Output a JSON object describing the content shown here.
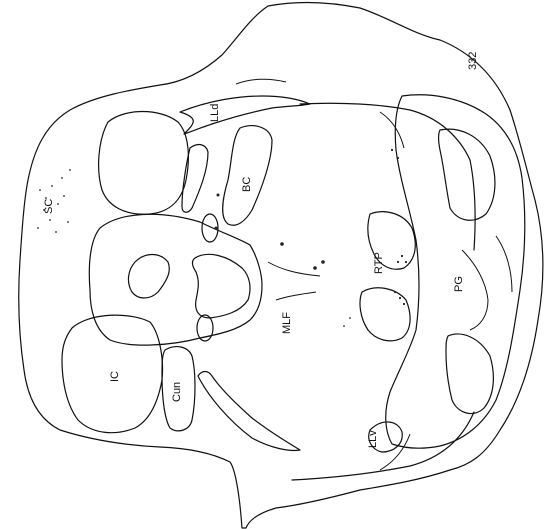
{
  "figure": {
    "section_number": "332",
    "labels": {
      "sc": "SC",
      "lld": "LLd",
      "bc": "BC",
      "rtp": "RTP",
      "pg": "PG",
      "mlf": "MLF",
      "ic": "IC",
      "cun": "Cun",
      "llv": "LLv"
    }
  },
  "colors": {
    "ink": "#111111",
    "background": "#ffffff"
  }
}
